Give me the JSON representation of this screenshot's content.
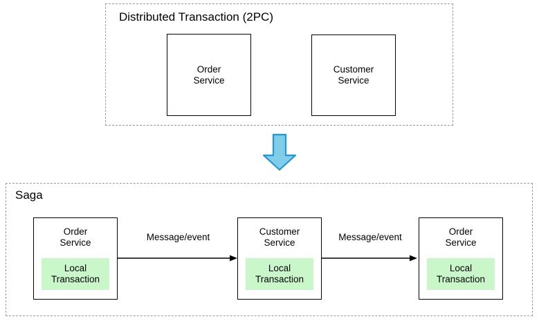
{
  "diagram": {
    "title_top": "Distributed Transaction (2PC)",
    "title_bottom": "Saga",
    "colors": {
      "local_transaction_fill": "#c9f7c9",
      "block_arrow_fill": "#7fcde8",
      "block_arrow_stroke": "#2196d4",
      "box_stroke": "#000000",
      "group_stroke": "#9a9a9a"
    }
  },
  "top_section": {
    "title": "Distributed Transaction (2PC)",
    "boxes": [
      {
        "label": "Order\nService",
        "name": "order-service"
      },
      {
        "label": "Customer\nService",
        "name": "customer-service"
      }
    ]
  },
  "transition": {
    "icon": "down-block-arrow-icon"
  },
  "bottom_section": {
    "title": "Saga",
    "boxes": [
      {
        "label": "Order\nService",
        "inner_label": "Local\nTransaction"
      },
      {
        "label": "Customer\nService",
        "inner_label": "Local\nTransaction"
      },
      {
        "label": "Order\nService",
        "inner_label": "Local\nTransaction"
      }
    ],
    "connectors": [
      {
        "label": "Message/event"
      },
      {
        "label": "Message/event"
      }
    ]
  }
}
